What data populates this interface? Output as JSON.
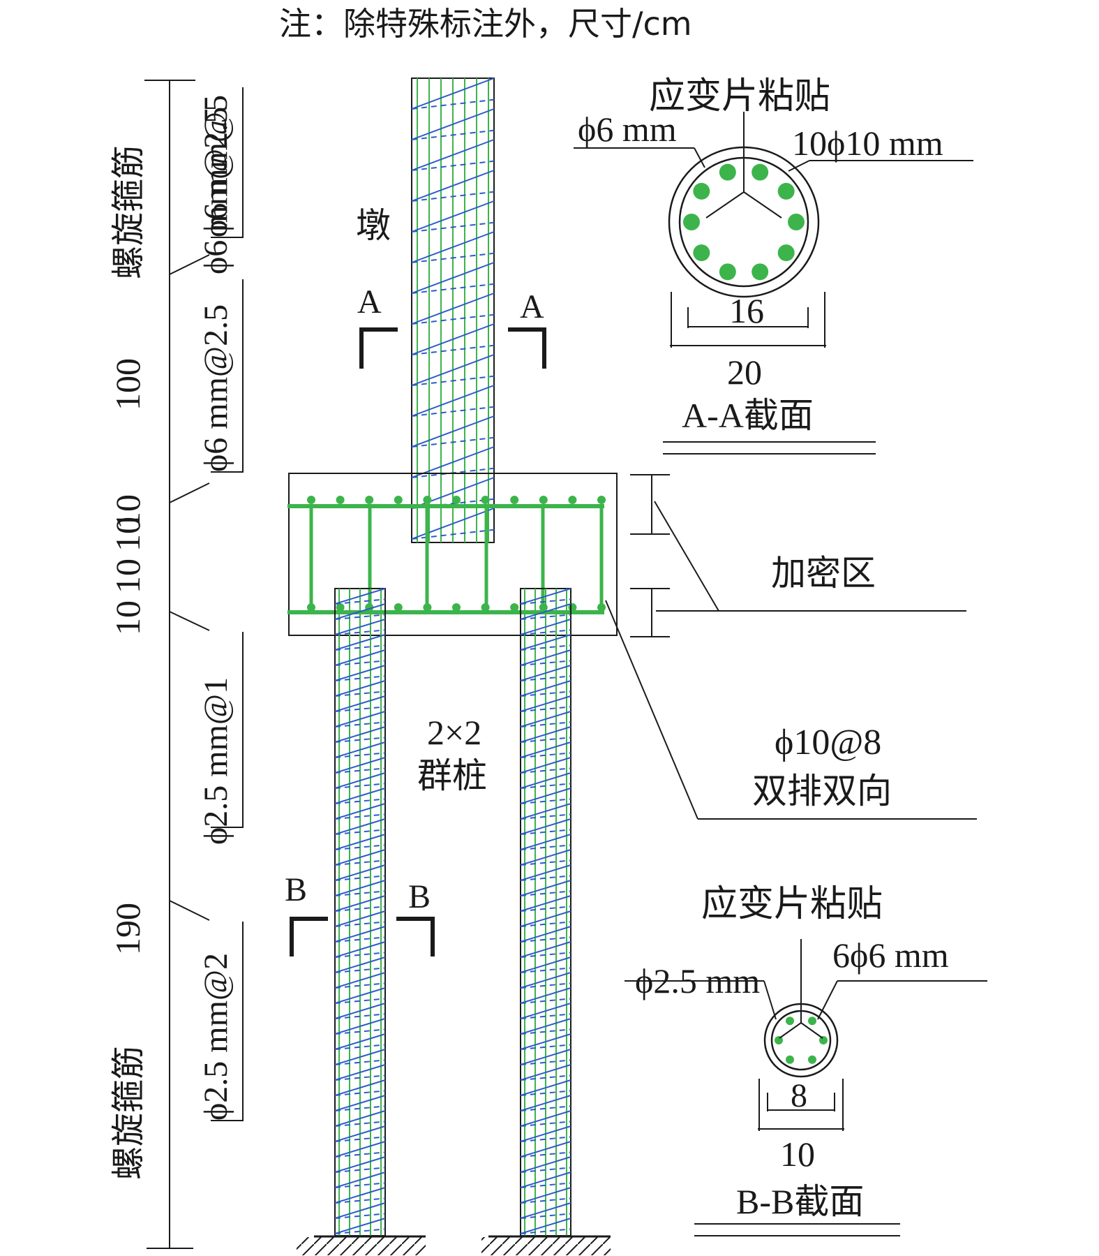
{
  "note": "注：除特殊标注外，尺寸/cm",
  "pier_label": "墩",
  "pile_group_label": {
    "line1": "2×2",
    "line2": "群桩"
  },
  "section_marks": {
    "a_left": "A",
    "a_right": "A",
    "b_left": "B",
    "b_right": "B"
  },
  "left_dims": {
    "spiral_top": "螺旋箍筋",
    "spiral_bottom": "螺旋箍筋",
    "d100": "100",
    "d10a": "10",
    "d10b": "10",
    "d10c": "10",
    "d10d": "10",
    "d190": "190"
  },
  "left_spacing": {
    "top_at5": "ϕ6 mm@5",
    "top_at25": "ϕ6 mm@2.5",
    "mid_at25": "ϕ6 mm@2.5",
    "pile_at1": "ϕ2.5 mm@1",
    "pile_at2": "ϕ2.5 mm@2"
  },
  "section_aa": {
    "strain_gauge": "应变片粘贴",
    "tie": "ϕ6 mm",
    "long_bars": "10ϕ10 mm",
    "inner_dim": "16",
    "outer_dim": "20",
    "title": "A-A截面"
  },
  "section_bb": {
    "strain_gauge": "应变片粘贴",
    "tie": "ϕ2.5 mm",
    "long_bars": "6ϕ6 mm",
    "inner_dim": "8",
    "outer_dim": "10",
    "title": "B-B截面"
  },
  "callouts": {
    "dense_zone": "加密区",
    "cap_rebar_line1": "ϕ10@8",
    "cap_rebar_line2": "双排双向"
  },
  "colors": {
    "rebar_green": "#3cb44b",
    "spiral_blue": "#2b5cc8",
    "line_black": "#1a1a1a"
  }
}
